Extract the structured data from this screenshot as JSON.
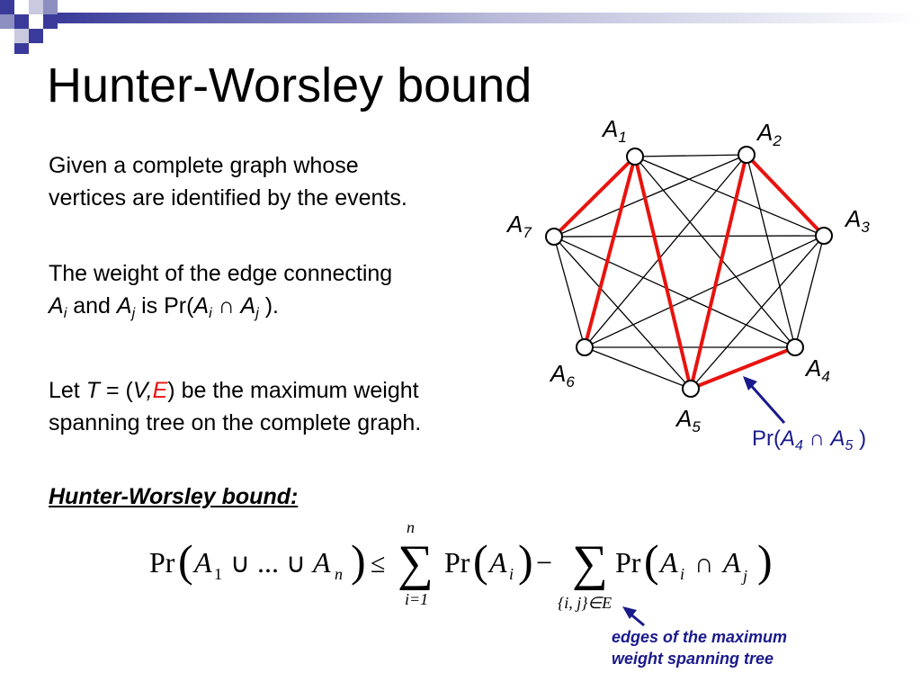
{
  "title": "Hunter-Worsley bound",
  "para1": {
    "line1": "Given a complete graph whose",
    "line2": "vertices are identified by the events."
  },
  "para2": {
    "line1": "The weight of the edge connecting",
    "line2_parts": {
      "a": "A",
      "i": "i",
      "and": "and",
      "j": "j",
      "is": "is Pr(",
      "cap": "∩",
      "close": ")."
    }
  },
  "para3": {
    "let": "Let",
    "T": "T",
    "eq": "= (",
    "V": "V",
    "comma": ",",
    "E": "E",
    "rest1": ") be the maximum weight",
    "line2": "spanning tree on the complete graph."
  },
  "hw_heading": "Hunter-Worsley bound:",
  "graph": {
    "vertex_labels": [
      {
        "base": "A",
        "sub": "1"
      },
      {
        "base": "A",
        "sub": "2"
      },
      {
        "base": "A",
        "sub": "3"
      },
      {
        "base": "A",
        "sub": "4"
      },
      {
        "base": "A",
        "sub": "5"
      },
      {
        "base": "A",
        "sub": "6"
      },
      {
        "base": "A",
        "sub": "7"
      }
    ],
    "tree_edges": [
      [
        7,
        1
      ],
      [
        1,
        5
      ],
      [
        6,
        1
      ],
      [
        5,
        2
      ],
      [
        2,
        3
      ],
      [
        5,
        4
      ]
    ],
    "edge_color": "#000000",
    "tree_color": "#e8130e"
  },
  "pr_label": {
    "pre": "Pr(",
    "a": "A",
    "s4": "4",
    "cap": "∩",
    "s5": "5",
    "post": " )"
  },
  "equation": {
    "pr": "Pr",
    "A": "A",
    "sub1": "1",
    "union": "∪",
    "dots": "...",
    "subn": "n",
    "leq": "≤",
    "sigma": "∑",
    "upper": "n",
    "lower1": "i=1",
    "subi": "i",
    "subj": "j",
    "minus": "−",
    "lower2": "{i, j}∈E",
    "cap": "∩"
  },
  "mst_note": {
    "line1": "edges of the maximum",
    "line2": "weight spanning tree"
  },
  "colors": {
    "accent_blue": "#1a1a8c",
    "red": "#e8130e",
    "deco_blue": "#3a3a9a"
  }
}
